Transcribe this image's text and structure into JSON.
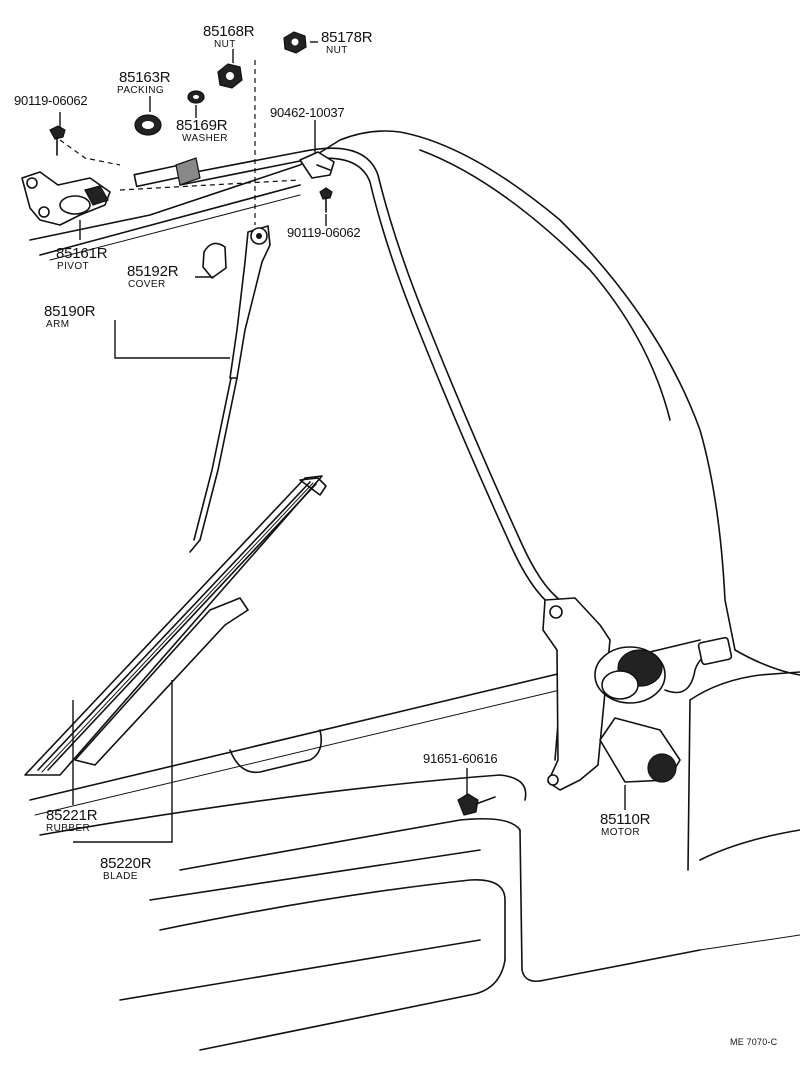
{
  "parts": {
    "nut_85168": {
      "number": "85168R",
      "name": "NUT"
    },
    "nut_85178": {
      "number": "85178R",
      "name": "NUT"
    },
    "packing": {
      "number": "85163R",
      "name": "PACKING"
    },
    "bolt_top_left": {
      "number": "90119-06062"
    },
    "washer": {
      "number": "85169R",
      "name": "WASHER"
    },
    "clip": {
      "number": "90462-10037"
    },
    "bolt_clip": {
      "number": "90119-06062"
    },
    "pivot": {
      "number": "85161R",
      "name": "PIVOT"
    },
    "cover": {
      "number": "85192R",
      "name": "COVER"
    },
    "arm": {
      "number": "85190R",
      "name": "ARM"
    },
    "bolt_motor": {
      "number": "91651-60616"
    },
    "rubber": {
      "number": "85221R",
      "name": "RUBBER"
    },
    "blade": {
      "number": "85220R",
      "name": "BLADE"
    },
    "motor": {
      "number": "85110R",
      "name": "MOTOR"
    }
  },
  "drawing_code": "ME 7070-C"
}
